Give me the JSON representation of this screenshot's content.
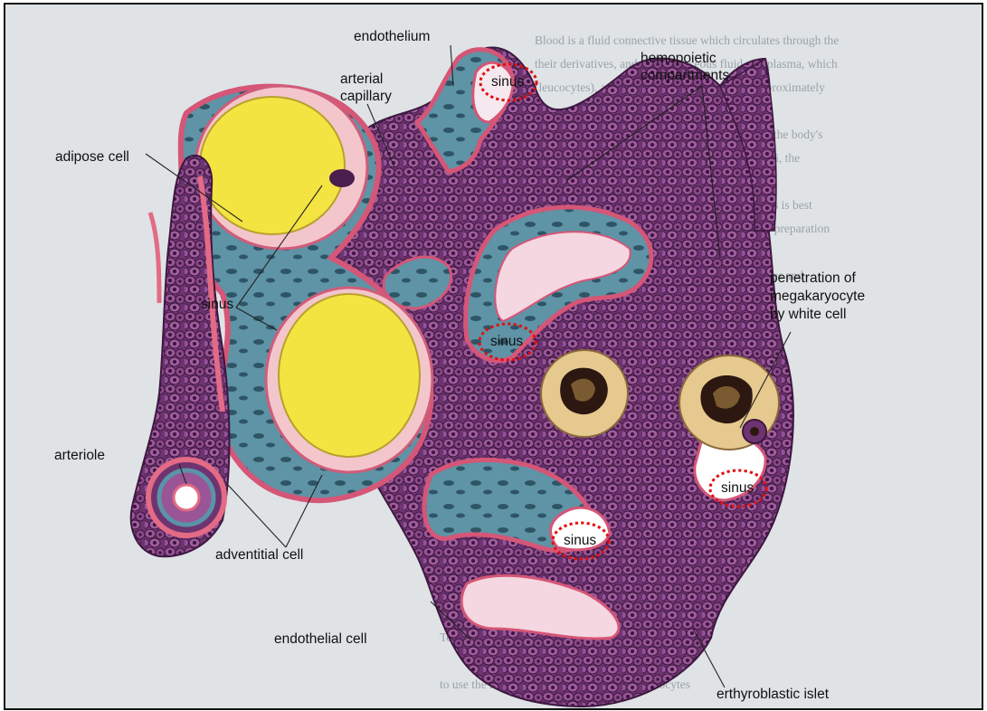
{
  "figure": {
    "labels": {
      "endothelium": "endothelium",
      "arterial_capillary": [
        "arterial",
        "capillary"
      ],
      "adipose_cell": "adipose cell",
      "sinus": "sinus",
      "arteriole": "arteriole",
      "adventitial_cell": "adventitial cell",
      "endothelial_cell": "endothelial cell",
      "hemopoietic_compartments": [
        "hemopoietic",
        "compartments"
      ],
      "penetration": [
        "penetration of",
        "megakaryocyte",
        "by white cell"
      ],
      "erythroblastic_islet": "erthyroblastic islet"
    },
    "sinus_callouts": [
      "sinus",
      "sinus",
      "sinus",
      "sinus"
    ]
  },
  "colors": {
    "tissue": "#7a3a7a",
    "tissue_dark": "#4a1e4f",
    "endothelium_pink": "#e36b86",
    "sinus_blue": "#5b93a8",
    "adipose_yellow": "#f4e442",
    "adipose_rim": "#f3c6cc",
    "megakaryocyte": "#e6c98f",
    "callout_ring": "#e01010"
  }
}
